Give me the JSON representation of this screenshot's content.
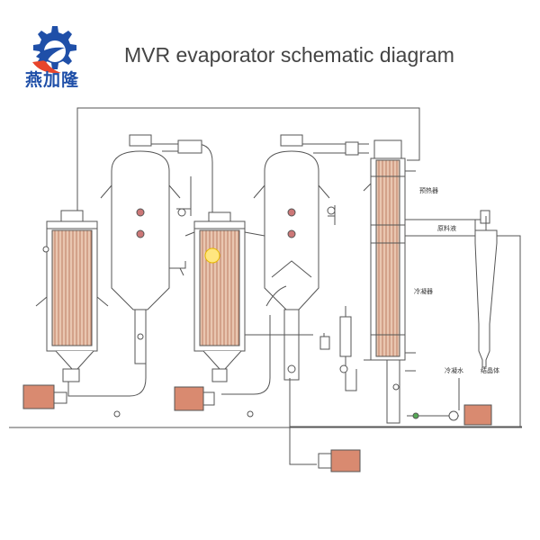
{
  "brand": {
    "name": "燕加隆",
    "primary_color": "#1f4fa8",
    "accent_color": "#e8452c"
  },
  "title": "MVR evaporator schematic diagram",
  "labels": {
    "preheater": "预热器",
    "feed": "原料液",
    "condenser": "冷凝器",
    "cooling_water": "冷凝水",
    "crystal": "结晶体"
  },
  "colors": {
    "line": "#555555",
    "tube_fill": "#e9c6b0",
    "tube_line": "#b8765a",
    "motor_fill": "#d98a70"
  }
}
